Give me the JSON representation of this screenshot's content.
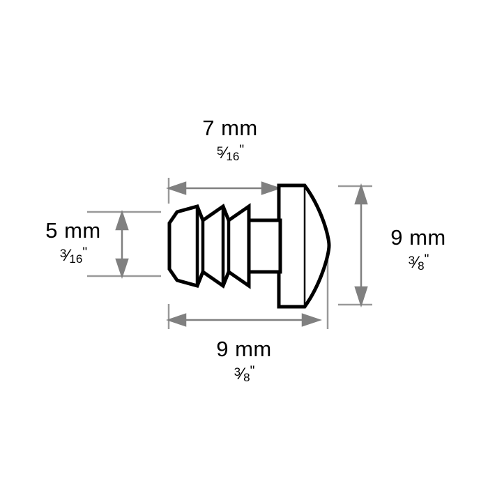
{
  "drawing": {
    "title": "Barbed push-in fastener dimensional drawing",
    "object": "barbed-screw-side-view",
    "colors": {
      "outline": "#000000",
      "dimension_line": "#808080",
      "extension_line": "#999999",
      "text": "#000000",
      "background": "#ffffff"
    },
    "part_features": [
      "barbed-shank",
      "smooth-shank",
      "dome-head"
    ]
  },
  "dimensions": {
    "top": {
      "name": "barb-length",
      "metric": "7 mm",
      "imperial_numerator": "5",
      "imperial_slash": "⁄",
      "imperial_denominator": "16",
      "imperial_inch_mark": "\""
    },
    "left": {
      "name": "barb-diameter",
      "metric": "5 mm",
      "imperial_numerator": "3",
      "imperial_slash": "⁄",
      "imperial_denominator": "16",
      "imperial_inch_mark": "\""
    },
    "right": {
      "name": "head-diameter",
      "metric": "9 mm",
      "imperial_numerator": "3",
      "imperial_slash": "⁄",
      "imperial_denominator": "8",
      "imperial_inch_mark": "\""
    },
    "bottom": {
      "name": "overall-length",
      "metric": "9 mm",
      "imperial_numerator": "3",
      "imperial_slash": "⁄",
      "imperial_denominator": "8",
      "imperial_inch_mark": "\""
    }
  }
}
